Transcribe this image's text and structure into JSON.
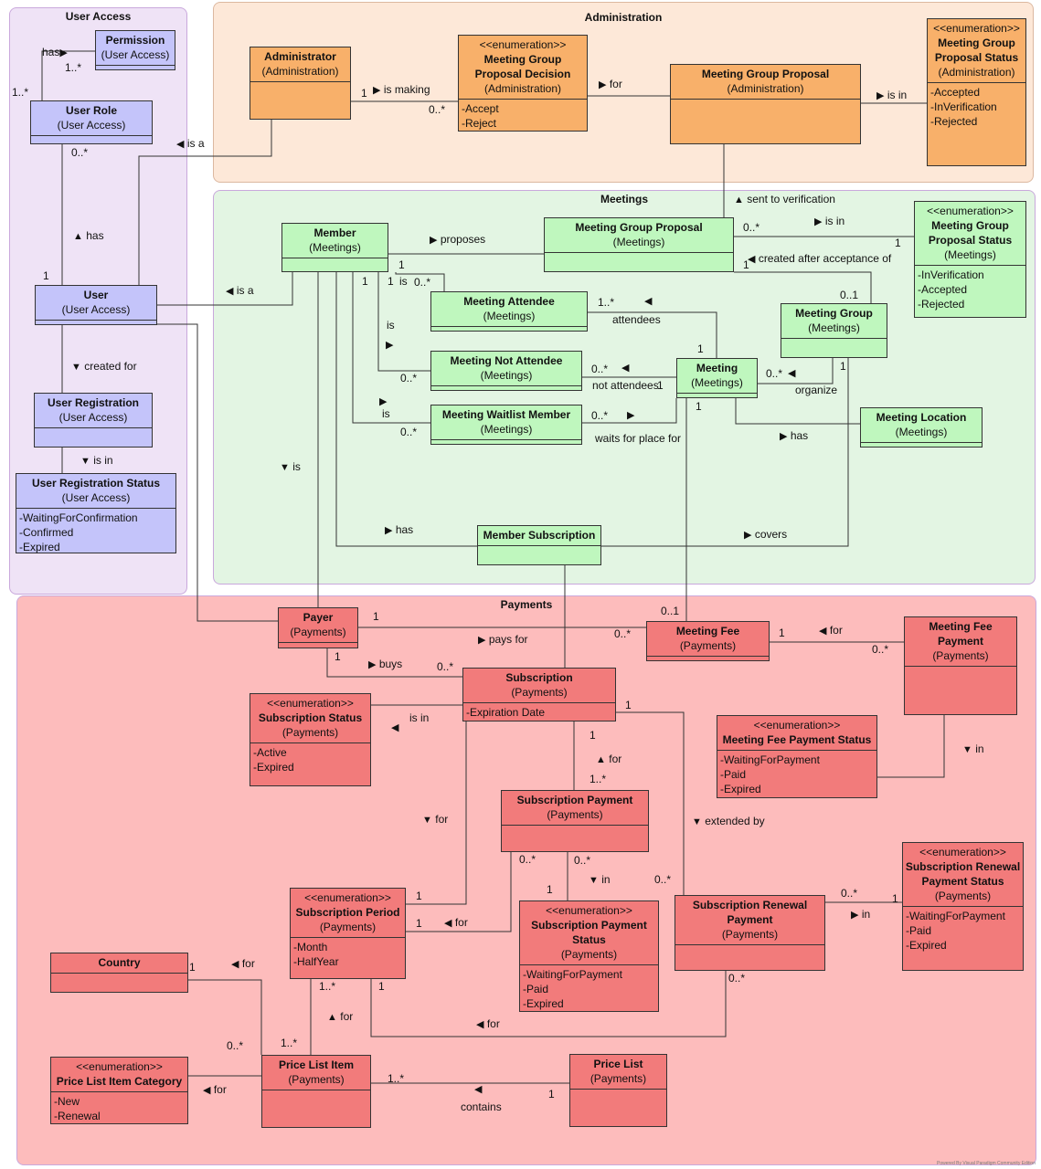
{
  "colors": {
    "user_access_bg": "#efe3f6",
    "user_access_class": "#c4c4fa",
    "administration_bg": "#fde8d8",
    "administration_class": "#f8b06a",
    "meetings_bg": "#e3f5e3",
    "meetings_class": "#bff7be",
    "payments_bg": "#fdbcbc",
    "payments_class": "#f27b7b"
  },
  "packages": {
    "user_access": "User Access",
    "administration": "Administration",
    "meetings": "Meetings",
    "payments": "Payments"
  },
  "classes": {
    "permission": {
      "name": "Permission",
      "pkg": "(User Access)"
    },
    "user_role": {
      "name": "User Role",
      "pkg": "(User Access)"
    },
    "user": {
      "name": "User",
      "pkg": "(User Access)"
    },
    "user_registration": {
      "name": "User Registration",
      "pkg": "(User Access)"
    },
    "user_registration_status": {
      "name": "User Registration Status",
      "pkg": "(User Access)",
      "attrs": [
        "-WaitingForConfirmation",
        "-Confirmed",
        "-Expired"
      ]
    },
    "administrator": {
      "name": "Administrator",
      "pkg": "(Administration)"
    },
    "mgp_decision": {
      "stereo": "<<enumeration>>",
      "name": "Meeting Group Proposal Decision",
      "pkg": "(Administration)",
      "attrs": [
        "-Accept",
        "-Reject"
      ]
    },
    "mgp_admin": {
      "name": "Meeting Group Proposal",
      "pkg": "(Administration)"
    },
    "mgp_status_admin": {
      "stereo": "<<enumeration>>",
      "name": "Meeting Group Proposal Status",
      "pkg": "(Administration)",
      "attrs": [
        "-Accepted",
        "-InVerification",
        "-Rejected"
      ]
    },
    "member": {
      "name": "Member",
      "pkg": "(Meetings)"
    },
    "mgp_meetings": {
      "name": "Meeting Group Proposal",
      "pkg": "(Meetings)"
    },
    "mgp_status_meetings": {
      "stereo": "<<enumeration>>",
      "name": "Meeting Group Proposal Status",
      "pkg": "(Meetings)",
      "attrs": [
        "-InVerification",
        "-Accepted",
        "-Rejected"
      ]
    },
    "meeting_attendee": {
      "name": "Meeting Attendee",
      "pkg": "(Meetings)"
    },
    "meeting_group": {
      "name": "Meeting Group",
      "pkg": "(Meetings)"
    },
    "meeting_not_attendee": {
      "name": "Meeting Not Attendee",
      "pkg": "(Meetings)"
    },
    "meeting": {
      "name": "Meeting",
      "pkg": "(Meetings)"
    },
    "meeting_waitlist_member": {
      "name": "Meeting Waitlist Member",
      "pkg": "(Meetings)"
    },
    "meeting_location": {
      "name": "Meeting Location",
      "pkg": "(Meetings)"
    },
    "member_subscription": {
      "name": "Member Subscription"
    },
    "payer": {
      "name": "Payer",
      "pkg": "(Payments)"
    },
    "meeting_fee": {
      "name": "Meeting Fee",
      "pkg": "(Payments)"
    },
    "meeting_fee_payment": {
      "name": "Meeting Fee Payment",
      "pkg": "(Payments)"
    },
    "subscription": {
      "name": "Subscription",
      "pkg": "(Payments)",
      "attrs": [
        "-Expiration Date"
      ]
    },
    "subscription_status": {
      "stereo": "<<enumeration>>",
      "name": "Subscription Status",
      "pkg": "(Payments)",
      "attrs": [
        "-Active",
        "-Expired"
      ]
    },
    "meeting_fee_payment_status": {
      "stereo": "<<enumeration>>",
      "name": "Meeting Fee Payment Status",
      "attrs": [
        "-WaitingForPayment",
        "-Paid",
        "-Expired"
      ]
    },
    "subscription_payment": {
      "name": "Subscription Payment",
      "pkg": "(Payments)"
    },
    "subscription_renewal_payment_status": {
      "stereo": "<<enumeration>>",
      "name": "Subscription Renewal Payment Status",
      "pkg": "(Payments)",
      "attrs": [
        "-WaitingForPayment",
        "-Paid",
        "-Expired"
      ]
    },
    "subscription_period": {
      "stereo": "<<enumeration>>",
      "name": "Subscription Period",
      "pkg": "(Payments)",
      "attrs": [
        "-Month",
        "-HalfYear"
      ]
    },
    "subscription_payment_status": {
      "stereo": "<<enumeration>>",
      "name": "Subscription Payment Status",
      "pkg": "(Payments)",
      "attrs": [
        "-WaitingForPayment",
        "-Paid",
        "-Expired"
      ]
    },
    "subscription_renewal_payment": {
      "name": "Subscription Renewal Payment",
      "pkg": "(Payments)"
    },
    "country": {
      "name": "Country"
    },
    "price_list_item_category": {
      "stereo": "<<enumeration>>",
      "name": "Price List Item Category",
      "attrs": [
        "-New",
        "-Renewal"
      ]
    },
    "price_list_item": {
      "name": "Price List Item",
      "pkg": "(Payments)"
    },
    "price_list": {
      "name": "Price List",
      "pkg": "(Payments)"
    }
  },
  "labels": {
    "has_perm": "has",
    "is_a_admin": "is a",
    "has_role": "has",
    "created_for": "created for",
    "is_in_reg": "is in",
    "is_making": "is making",
    "for_decision": "for",
    "is_in_admin": "is in",
    "sent_to_verification": "sent to verification",
    "proposes": "proposes",
    "is_in_meetings": "is in",
    "created_after_acceptance": "created after acceptance of",
    "is_a_member": "is a",
    "is_attendee": "is",
    "attendees": "attendees",
    "is_not_attendee": "is",
    "not_attendees": "not attendees",
    "is_waitlist": "is",
    "waits_for_place": "waits for place for",
    "organize": "organize",
    "has_location": "has",
    "is_payer": "is",
    "has_subscription": "has",
    "covers": "covers",
    "pays_for": "pays for",
    "for_fee": "for",
    "buys": "buys",
    "is_in_sub_status": "is in",
    "in_fee_status": "in",
    "for_sub_payment": "for",
    "for_period": "for",
    "extended_by": "extended by",
    "in_payment_status": "in",
    "for_period_payment": "for",
    "in_renewal_status": "in",
    "for_country": "for",
    "for_period_price": "for",
    "for_renewal_period": "for",
    "for_category": "for",
    "contains": "contains"
  },
  "credit": "Powered By Visual Paradigm Community Edition"
}
